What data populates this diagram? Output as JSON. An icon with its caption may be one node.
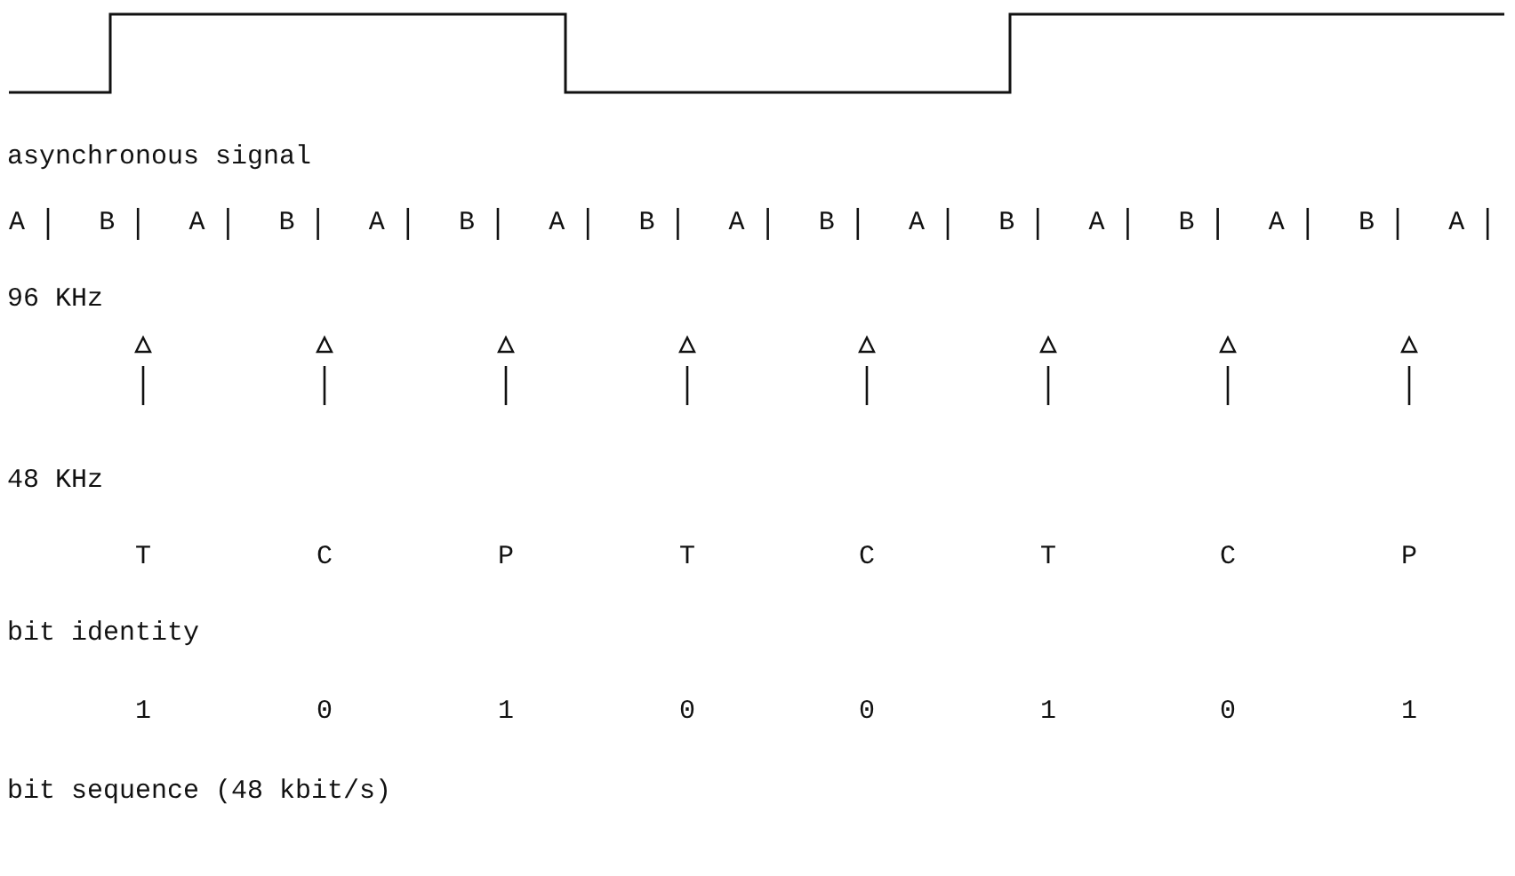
{
  "diagram": {
    "labels": [
      "asynchronous signal",
      "A",
      "B",
      "A",
      "B",
      "A",
      "B",
      "A",
      "B",
      "A",
      "B",
      "A",
      "B",
      "A",
      "B",
      "A",
      "B",
      "A",
      "96 KHz",
      "48 KHz",
      "T",
      "C",
      "P",
      "T",
      "C",
      "T",
      "C",
      "P",
      "bit identity",
      "1",
      "0",
      "1",
      "0",
      "0",
      "1",
      "0",
      "1",
      "bit sequence (48 kbit/s)"
    ]
  }
}
